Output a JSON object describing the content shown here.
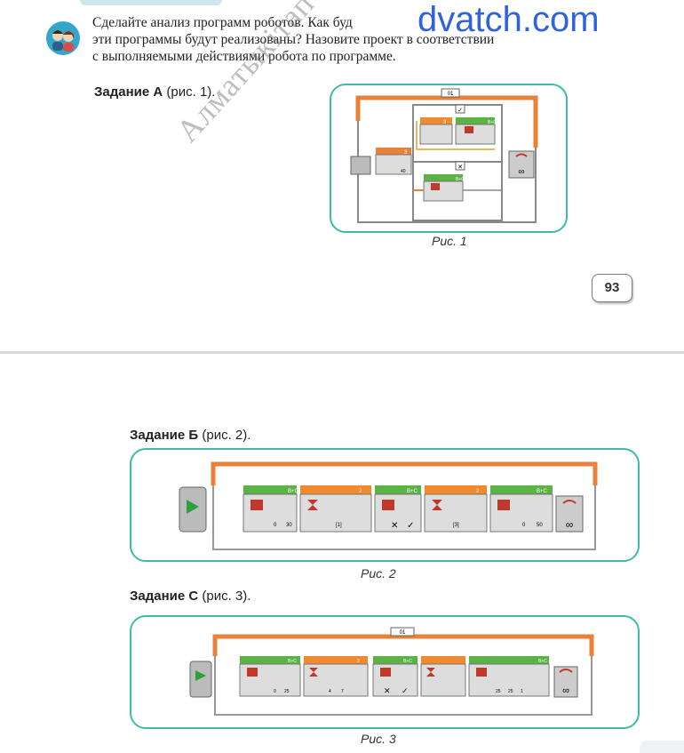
{
  "intro_lines": [
    "Сделайте анализ программ роботов. Как буд",
    "эти программы будут реализованы? Назовите проект в соответствии",
    "с выполняемыми действиями робота по программе."
  ],
  "watermarks": {
    "top": "dvatch.com",
    "diagonal": "Алматыкітап баспасы"
  },
  "tasks": [
    {
      "bold": "Задание А",
      "rest": " (рис. 1)."
    },
    {
      "bold": "Задание Б",
      "rest": " (рис. 2)."
    },
    {
      "bold": "Задание С",
      "rest": " (рис. 3)."
    }
  ],
  "captions": [
    "Рис. 1",
    "Рис. 2",
    "Рис. 3"
  ],
  "page_number": "93",
  "fig1": {
    "loop_label": "01",
    "true_mark": "✓",
    "false_mark": "✕",
    "sensor_port": "3",
    "sensor_value": "40",
    "motor_ports": "B+C",
    "inner_ports": "3",
    "infinity": "∞"
  },
  "fig2": {
    "block_labels": [
      "B+C",
      "2",
      "B+C",
      "2",
      "B+C"
    ],
    "values": [
      "0",
      "30",
      "[1]",
      "[3]",
      "0",
      "50"
    ],
    "infinity": "∞"
  },
  "fig3": {
    "loop_label": "01",
    "block_labels": [
      "B+C",
      "3",
      "B+C",
      "B+C"
    ],
    "values": [
      "0",
      "25",
      "4",
      "7",
      "25",
      "25",
      "1"
    ],
    "infinity": "∞"
  },
  "colors": {
    "frame": "#3dbba6",
    "loop_orange": "#e8823a",
    "motor_green": "#5bb245",
    "wait_orange": "#f08a2e",
    "watermark_blue": "#1f55d6"
  }
}
